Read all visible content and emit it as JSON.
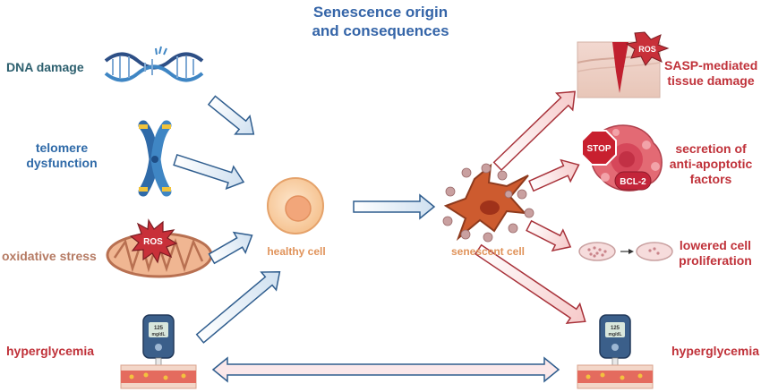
{
  "title": {
    "line1": "Senescence origin",
    "line2": "and consequences"
  },
  "causes": {
    "dna_damage": "DNA damage",
    "telomere_line1": "telomere",
    "telomere_line2": "dysfunction",
    "oxidative_stress": "oxidative stress",
    "hyperglycemia": "hyperglycemia"
  },
  "cells": {
    "healthy": "healthy cell",
    "senescent": "senescent cell"
  },
  "consequences": {
    "sasp_line1": "SASP-mediated",
    "sasp_line2": "tissue damage",
    "secretion_line1": "secretion of",
    "secretion_line2": "anti-apoptotic",
    "secretion_line3": "factors",
    "proliferation_line1": "lowered cell",
    "proliferation_line2": "proliferation",
    "hyperglycemia": "hyperglycemia"
  },
  "badges": {
    "ros": "ROS",
    "stop": "STOP",
    "bcl2": "BCL-2",
    "glucose_value": "125",
    "glucose_unit": "mg/dL"
  },
  "colors": {
    "title": "#3565a8",
    "input_arrow": "#e8f0f8",
    "input_arrow_stroke": "#2f5d8e",
    "output_arrow": "#fbe3e3",
    "output_arrow_stroke": "#a8323a",
    "healthy_cell": "#fbd9b4",
    "senescent_cell": "#c8582e",
    "sasp_particle": "#c79a9a"
  }
}
